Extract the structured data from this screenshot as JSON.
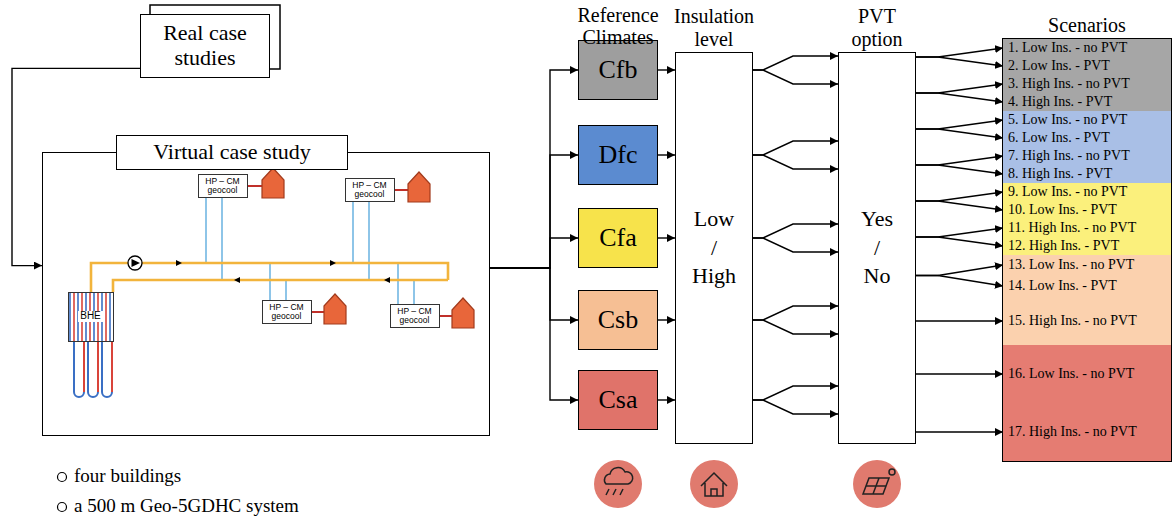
{
  "diagram": {
    "nodes": [
      {
        "text": [
          "Real case studies"
        ]
      },
      {
        "text": [
          "Virtual case study"
        ]
      },
      {
        "text": [
          "BHE"
        ],
        "in": 1
      },
      {
        "text": [
          "HP – CM geocool"
        ],
        "in": 1
      },
      {
        "text": [
          "HP – CM geocool"
        ],
        "in": 1
      },
      {
        "text": [
          "HP – CM geocool"
        ],
        "in": 1
      },
      {
        "text": [
          "HP – CM geocool"
        ],
        "in": 1
      },
      {
        "text": [
          "Cfb"
        ]
      },
      {
        "text": [
          "Dfc"
        ]
      },
      {
        "text": [
          "Cfa"
        ]
      },
      {
        "text": [
          "Csb"
        ]
      },
      {
        "text": [
          "Csa"
        ]
      },
      {
        "text": [
          "Insulation level",
          "Low / High"
        ]
      },
      {
        "text": [
          "PVT option",
          "Yes / No"
        ]
      },
      {
        "text": [
          "Scenarios"
        ]
      },
      {
        "text": [
          "1. Low Ins. - no PVT"
        ],
        "in": 14
      },
      {
        "text": [
          "2. Low Ins. - PVT"
        ],
        "in": 14
      },
      {
        "text": [
          "3. High Ins. - no PVT"
        ],
        "in": 14
      },
      {
        "text": [
          "4. High Ins. - PVT"
        ],
        "in": 14
      },
      {
        "text": [
          "5. Low Ins. - no PVT"
        ],
        "in": 14
      },
      {
        "text": [
          "6. Low Ins. - PVT"
        ],
        "in": 14
      },
      {
        "text": [
          "7. High Ins. - no PVT"
        ],
        "in": 14
      },
      {
        "text": [
          "8. High Ins. - PVT"
        ],
        "in": 14
      },
      {
        "text": [
          "9. Low Ins. - no PVT"
        ],
        "in": 14
      },
      {
        "text": [
          "10. Low Ins. - PVT"
        ],
        "in": 14
      },
      {
        "text": [
          "11. High Ins. - no PVT"
        ],
        "in": 14
      },
      {
        "text": [
          "12. High Ins. - PVT"
        ],
        "in": 14
      },
      {
        "text": [
          "13. Low Ins. - no PVT"
        ],
        "in": 14
      },
      {
        "text": [
          "14. Low Ins. - PVT"
        ],
        "in": 14
      },
      {
        "text": [
          "15. High Ins. - no PVT"
        ],
        "in": 14
      },
      {
        "text": [
          "16. Low Ins. - no PVT"
        ],
        "in": 14
      },
      {
        "text": [
          "17. High Ins. - no PVT"
        ],
        "in": 14
      }
    ],
    "edges": [
      {
        "from": 0,
        "to": 1,
        "arrow": "to"
      },
      {
        "from": 1,
        "to": 7,
        "arrow": "to"
      },
      {
        "from": 1,
        "to": 8,
        "arrow": "to"
      },
      {
        "from": 1,
        "to": 9,
        "arrow": "to"
      },
      {
        "from": 1,
        "to": 10,
        "arrow": "to"
      },
      {
        "from": 1,
        "to": 11,
        "arrow": "to"
      },
      {
        "from": 7,
        "to": 12,
        "arrow": "to"
      },
      {
        "from": 8,
        "to": 12,
        "arrow": "to"
      },
      {
        "from": 9,
        "to": 12,
        "arrow": "to"
      },
      {
        "from": 10,
        "to": 12,
        "arrow": "to"
      },
      {
        "from": 11,
        "to": 12,
        "arrow": "to"
      },
      {
        "from": 12,
        "to": 13,
        "arrow": "to"
      },
      {
        "from": 12,
        "to": 13,
        "arrow": "to"
      },
      {
        "from": 12,
        "to": 13,
        "arrow": "to"
      },
      {
        "from": 12,
        "to": 13,
        "arrow": "to"
      },
      {
        "from": 12,
        "to": 13,
        "arrow": "to"
      },
      {
        "from": 12,
        "to": 13,
        "arrow": "to"
      },
      {
        "from": 12,
        "to": 13,
        "arrow": "to"
      },
      {
        "from": 12,
        "to": 13,
        "arrow": "to"
      },
      {
        "from": 12,
        "to": 13,
        "arrow": "to"
      },
      {
        "from": 12,
        "to": 13,
        "arrow": "to"
      },
      {
        "from": 13,
        "to": 15,
        "arrow": "to"
      },
      {
        "from": 13,
        "to": 16,
        "arrow": "to"
      },
      {
        "from": 13,
        "to": 17,
        "arrow": "to"
      },
      {
        "from": 13,
        "to": 18,
        "arrow": "to"
      },
      {
        "from": 13,
        "to": 19,
        "arrow": "to"
      },
      {
        "from": 13,
        "to": 20,
        "arrow": "to"
      },
      {
        "from": 13,
        "to": 21,
        "arrow": "to"
      },
      {
        "from": 13,
        "to": 22,
        "arrow": "to"
      },
      {
        "from": 13,
        "to": 23,
        "arrow": "to"
      },
      {
        "from": 13,
        "to": 24,
        "arrow": "to"
      },
      {
        "from": 13,
        "to": 25,
        "arrow": "to"
      },
      {
        "from": 13,
        "to": 26,
        "arrow": "to"
      },
      {
        "from": 13,
        "to": 27,
        "arrow": "to"
      },
      {
        "from": 13,
        "to": 28,
        "arrow": "to"
      },
      {
        "from": 13,
        "to": 29,
        "arrow": "to"
      },
      {
        "from": 13,
        "to": 30,
        "arrow": "to"
      },
      {
        "from": 13,
        "to": 31,
        "arrow": "to"
      }
    ],
    "labels": [
      "Reference Climates",
      "four buildings",
      "a 500 m Geo-5GDHC system"
    ]
  }
}
